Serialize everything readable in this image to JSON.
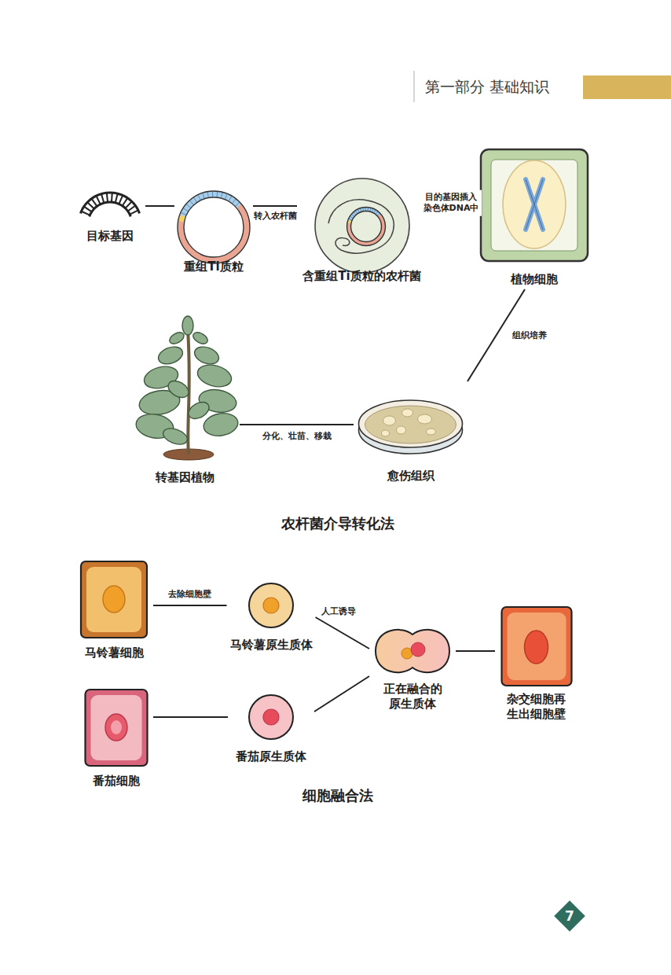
{
  "diagram": {
    "nodes": [
      {
        "text": [
          "目标基因"
        ]
      },
      {
        "text": [
          "重组Ti质粒"
        ]
      },
      {
        "text": [
          "含重组Ti质粒的农杆菌"
        ]
      },
      {
        "text": [
          "植物细胞"
        ]
      },
      {
        "text": [
          "愈伤组织"
        ]
      },
      {
        "text": [
          "转基因植物"
        ]
      },
      {
        "text": [
          "马铃薯细胞"
        ]
      },
      {
        "text": [
          "马铃薯原生质体"
        ]
      },
      {
        "text": [
          "番茄细胞"
        ]
      },
      {
        "text": [
          "番茄原生质体"
        ]
      },
      {
        "text": [
          "正在融合的 原生质体"
        ]
      },
      {
        "text": [
          "杂交细胞再 生出细胞壁"
        ]
      }
    ],
    "edges": [
      {
        "from": 0,
        "to": 1,
        "arrow": "none"
      },
      {
        "from": 1,
        "to": 2,
        "label": "转入农杆菌",
        "arrow": "none"
      },
      {
        "from": 2,
        "to": 3,
        "label": "目的基因插入 染色体DNA中",
        "arrow": "none"
      },
      {
        "from": 3,
        "to": 4,
        "label": "组织培养",
        "arrow": "none"
      },
      {
        "from": 4,
        "to": 5,
        "label": "分化、壮苗、移栽",
        "arrow": "none"
      },
      {
        "from": 6,
        "to": 7,
        "label": "去除细胞壁",
        "arrow": "none"
      },
      {
        "from": 8,
        "to": 9,
        "arrow": "none"
      },
      {
        "from": 7,
        "to": 10,
        "label": "人工诱导",
        "arrow": "none"
      },
      {
        "from": 9,
        "to": 10,
        "arrow": "none"
      },
      {
        "from": 10,
        "to": 11,
        "arrow": "none"
      }
    ],
    "labels": [
      "第一部分 基础知识",
      "农杆菌介导转化法",
      "细胞融合法",
      "7"
    ]
  }
}
